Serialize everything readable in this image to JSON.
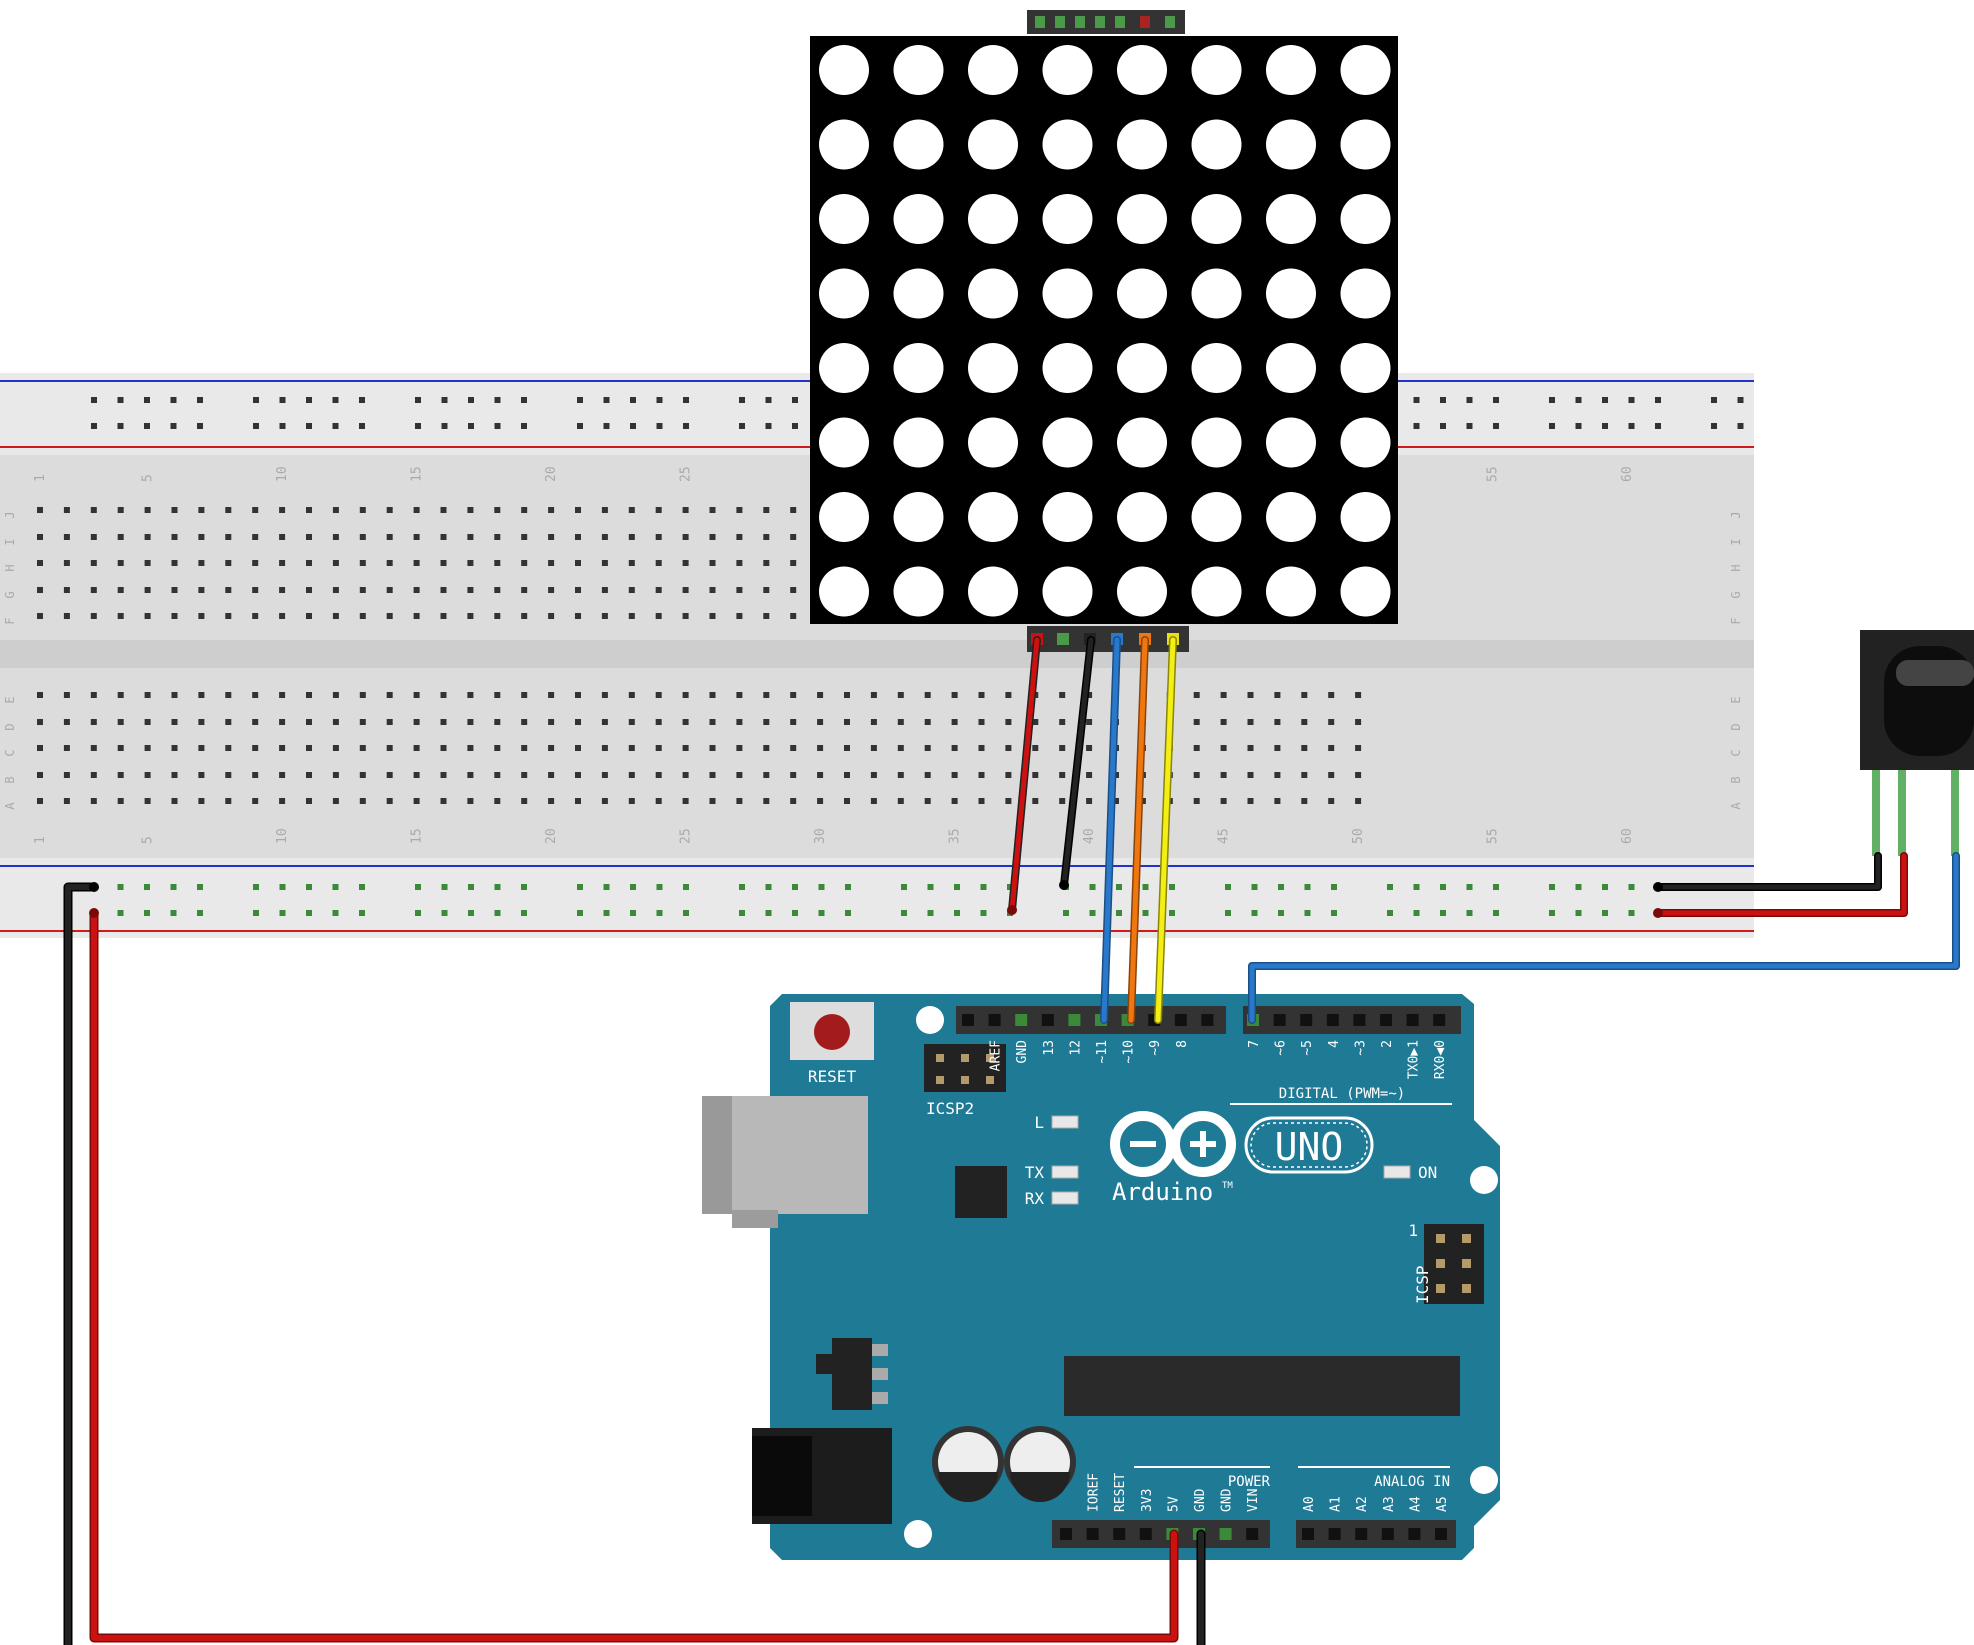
{
  "breadboard": {
    "row_letters_top": [
      "J",
      "I",
      "H",
      "G",
      "F"
    ],
    "row_letters_bottom": [
      "E",
      "D",
      "C",
      "B",
      "A"
    ],
    "column_numbers": [
      "1",
      "5",
      "10",
      "15",
      "20",
      "25",
      "30",
      "35",
      "40",
      "45",
      "50",
      "55",
      "60"
    ]
  },
  "arduino": {
    "reset_label": "RESET",
    "icsp2_label": "ICSP2",
    "icsp_label": "ICSP",
    "icsp_pin1": "1",
    "brand": "Arduino",
    "trademark": "TM",
    "model": "UNO",
    "digital_header_label": "DIGITAL (PWM=~)",
    "digital_pins": [
      "AREF",
      "GND",
      "13",
      "12",
      "~11",
      "~10",
      "~9",
      "8",
      "7",
      "~6",
      "~5",
      "4",
      "~3",
      "2",
      "TX0▶1",
      "RX0◀0"
    ],
    "led_labels": {
      "l": "L",
      "tx": "TX",
      "rx": "RX",
      "on": "ON"
    },
    "power_header_label": "POWER",
    "power_pins": [
      "IOREF",
      "RESET",
      "3V3",
      "5V",
      "GND",
      "GND",
      "VIN"
    ],
    "analog_header_label": "ANALOG IN",
    "analog_pins": [
      "A0",
      "A1",
      "A2",
      "A3",
      "A4",
      "A5"
    ]
  },
  "colors": {
    "board": "#1f7a96",
    "breadboard": "#dddddd",
    "rail_red": "#d11a1a",
    "rail_blue": "#2233cc",
    "wire_red": "#cc1111",
    "wire_black": "#222222",
    "wire_blue": "#2a78c9",
    "wire_orange": "#ee7711",
    "wire_yellow": "#f2ee16",
    "wire_green": "#62b064"
  }
}
